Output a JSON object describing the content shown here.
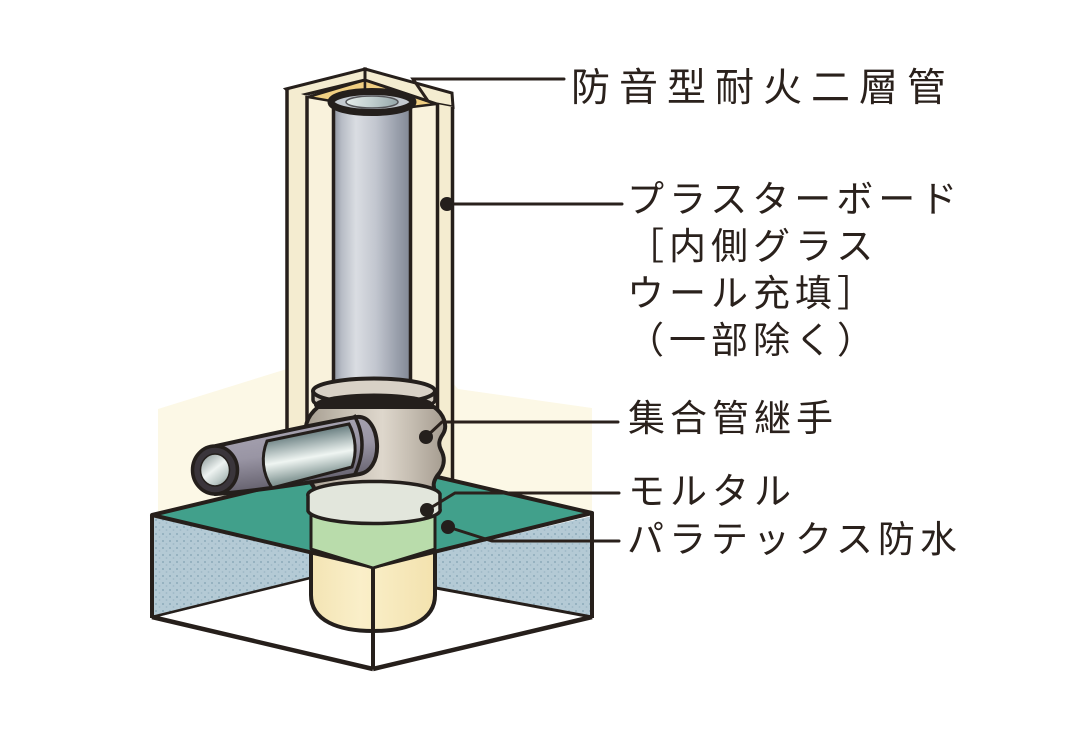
{
  "figure": {
    "labels": {
      "pipe": "防音型耐火二層管",
      "board_line1": "プラスターボード",
      "board_line2": "［内側グラス",
      "board_line3": "ウール充填］",
      "board_line4": "（一部除く）",
      "joint": "集合管継手",
      "mortar": "モルタル",
      "waterproof": "パラテックス防水"
    },
    "colors": {
      "outline": "#261f1b",
      "text": "#2a211c",
      "plasterboard": "#f4ecd0",
      "enclosure_interior": "#f9f2dc",
      "glass_wool": "#f1cf82",
      "backdrop": "#fcf8e6",
      "vertical_pipe": "#c6cad2",
      "joint_body": "#cdc5b9",
      "mortar_collar": "#e2e6dc",
      "waterproof_teal": "#41a08b",
      "seal_green": "#b9dcab",
      "slab_concrete": "#b4cad5",
      "pipe_sleeve": "#f9edc3",
      "branch_outer": "#9d99a8",
      "branch_chrome": "#eff5f2"
    }
  }
}
